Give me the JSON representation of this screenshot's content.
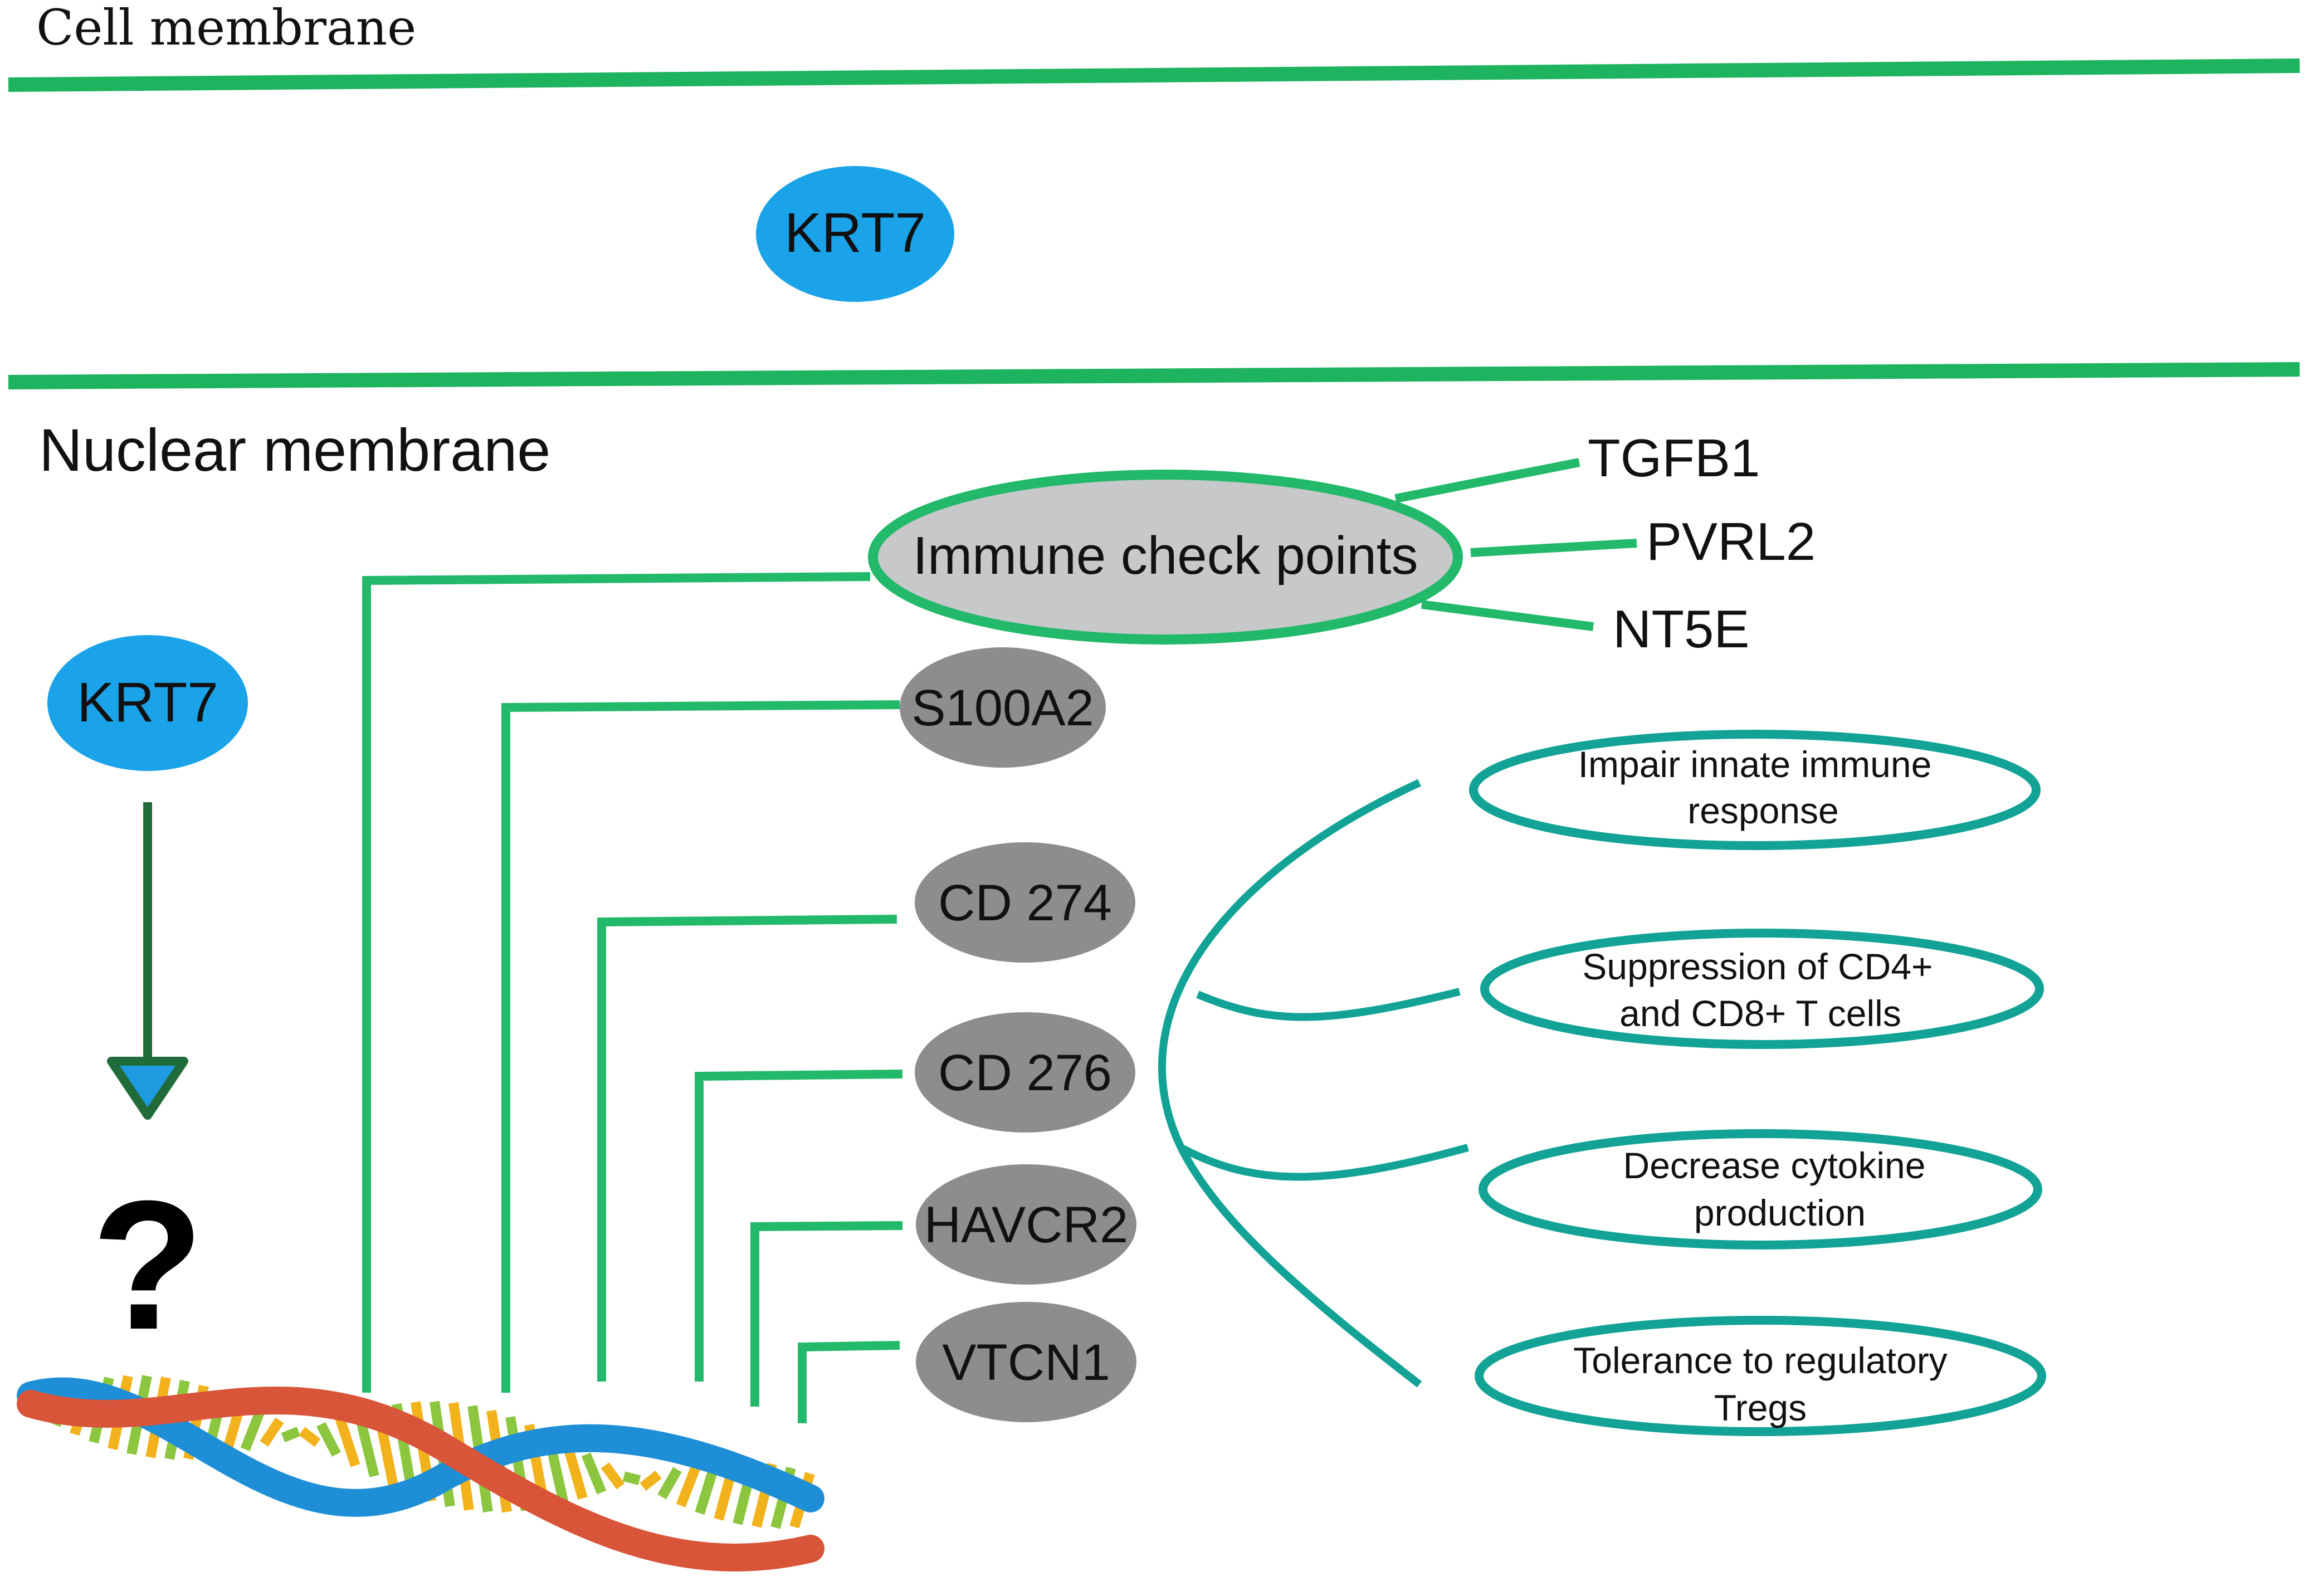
{
  "colors": {
    "membrane": "#1db35f",
    "connector": "#22b96a",
    "teal": "#12a396",
    "krt7_fill": "#1aa3e8",
    "immune_fill": "#c6c8ca",
    "gene_fill": "#8c8d8f",
    "arrow": "#1f6b3a",
    "arrow_tip": "#1e9be0",
    "text": "#111111"
  },
  "labels": {
    "cell_membrane": "Cell membrane",
    "nuclear_membrane": "Nuclear membrane",
    "krt7_top": "KRT7",
    "krt7_left": "KRT7",
    "question": "?",
    "immune_check_points": "Immune check points"
  },
  "checkpoint_genes": [
    "TGFB1",
    "PVRL2",
    "NT5E"
  ],
  "genes": [
    "S100A2",
    "CD 274",
    "CD 276",
    "HAVCR2",
    "VTCN1"
  ],
  "effects": [
    {
      "line1": "Impair innate immune",
      "line2": "response"
    },
    {
      "line1": "Suppression of CD4+",
      "line2": "and CD8+ T cells"
    },
    {
      "line1": "Decrease cytokine",
      "line2": "production"
    },
    {
      "line1": "Tolerance to regulatory",
      "line2": "Tregs"
    }
  ]
}
